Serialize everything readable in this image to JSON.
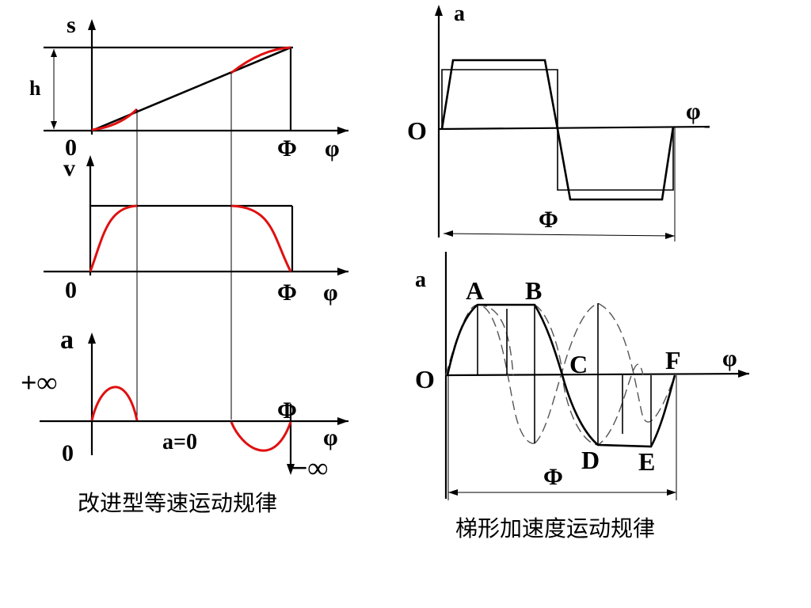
{
  "left": {
    "s": {
      "ylabel": "s",
      "height_label": "h",
      "origin": "0",
      "end": "Φ",
      "xlabel": "φ"
    },
    "v": {
      "ylabel": "v",
      "origin": "0",
      "end": "Φ",
      "xlabel": "φ"
    },
    "a": {
      "ylabel": "a",
      "plus_inf": "+∞",
      "minus_inf": "−∞",
      "origin": "0",
      "end": "Φ",
      "xlabel": "φ",
      "zero_label": "a=0"
    },
    "caption": "改进型等速运动规律"
  },
  "right_top": {
    "ylabel": "a",
    "origin": "O",
    "xlabel": "φ",
    "span": "Φ"
  },
  "right_bottom": {
    "ylabel": "a",
    "origin": "O",
    "xlabel": "φ",
    "span": "Φ",
    "points": {
      "A": "A",
      "B": "B",
      "C": "C",
      "D": "D",
      "E": "E",
      "F": "F"
    },
    "caption": "梯形加速度运动规律"
  },
  "colors": {
    "modified_curve": "#e01010",
    "lines": "#000000"
  }
}
